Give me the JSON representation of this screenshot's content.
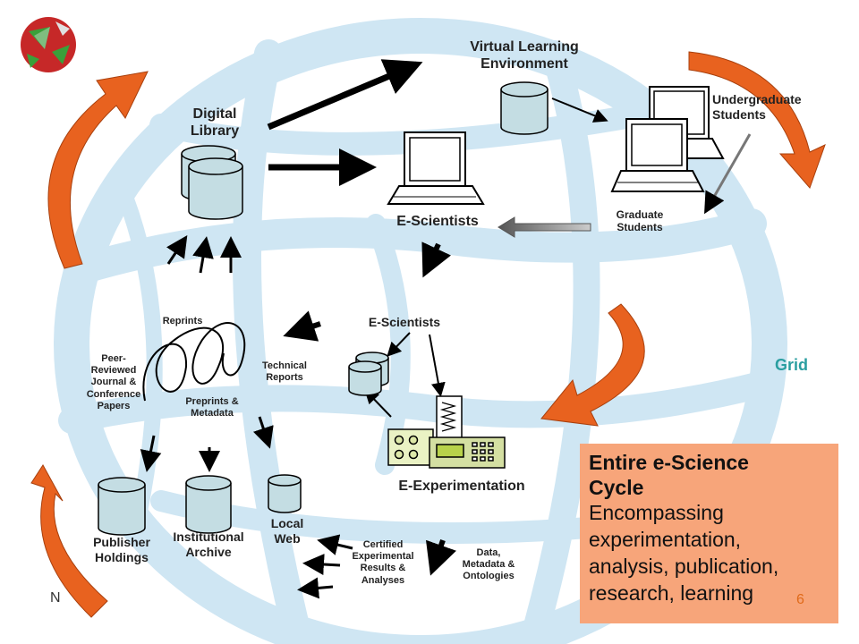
{
  "labels": {
    "virtual_learning": "Virtual Learning\nEnvironment",
    "digital_library": "Digital\nLibrary",
    "undergraduate": "Undergraduate\nStudents",
    "graduate": "Graduate\nStudents",
    "e_scientists_top": "E-Scientists",
    "e_scientists_mid": "E-Scientists",
    "reprints": "Reprints",
    "peer_reviewed": "Peer-\nReviewed\nJournal &\nConference\nPapers",
    "technical_reports": "Technical\nReports",
    "preprints": "Preprints &\nMetadata",
    "e_experimentation": "E-Experimentation",
    "publisher_holdings": "Publisher\nHoldings",
    "institutional_archive": "Institutional\nArchive",
    "local_web": "Local\nWeb",
    "certified_results": "Certified\nExperimental\nResults &\nAnalyses",
    "data_metadata": "Data,\nMetadata &\nOntologies",
    "grid": "Grid"
  },
  "callout": {
    "title": "Entire e-Science\nCycle",
    "body": "Encompassing\nexperimentation,\nanalysis, publication,\nresearch, learning"
  },
  "page_number": "6",
  "footer_fragment": "N",
  "icons": [
    "polyhedron-logo-icon",
    "database-icon",
    "laptop-icon",
    "instrument-icon",
    "spring-coil-icon",
    "cycle-arrow-icon"
  ],
  "colors": {
    "callout_bg": "#f7a57a",
    "globe": "#cfe6f3",
    "orange_arrow": "#e8621f",
    "grid_text": "#2a9ea0",
    "database": "#c4dde3"
  }
}
